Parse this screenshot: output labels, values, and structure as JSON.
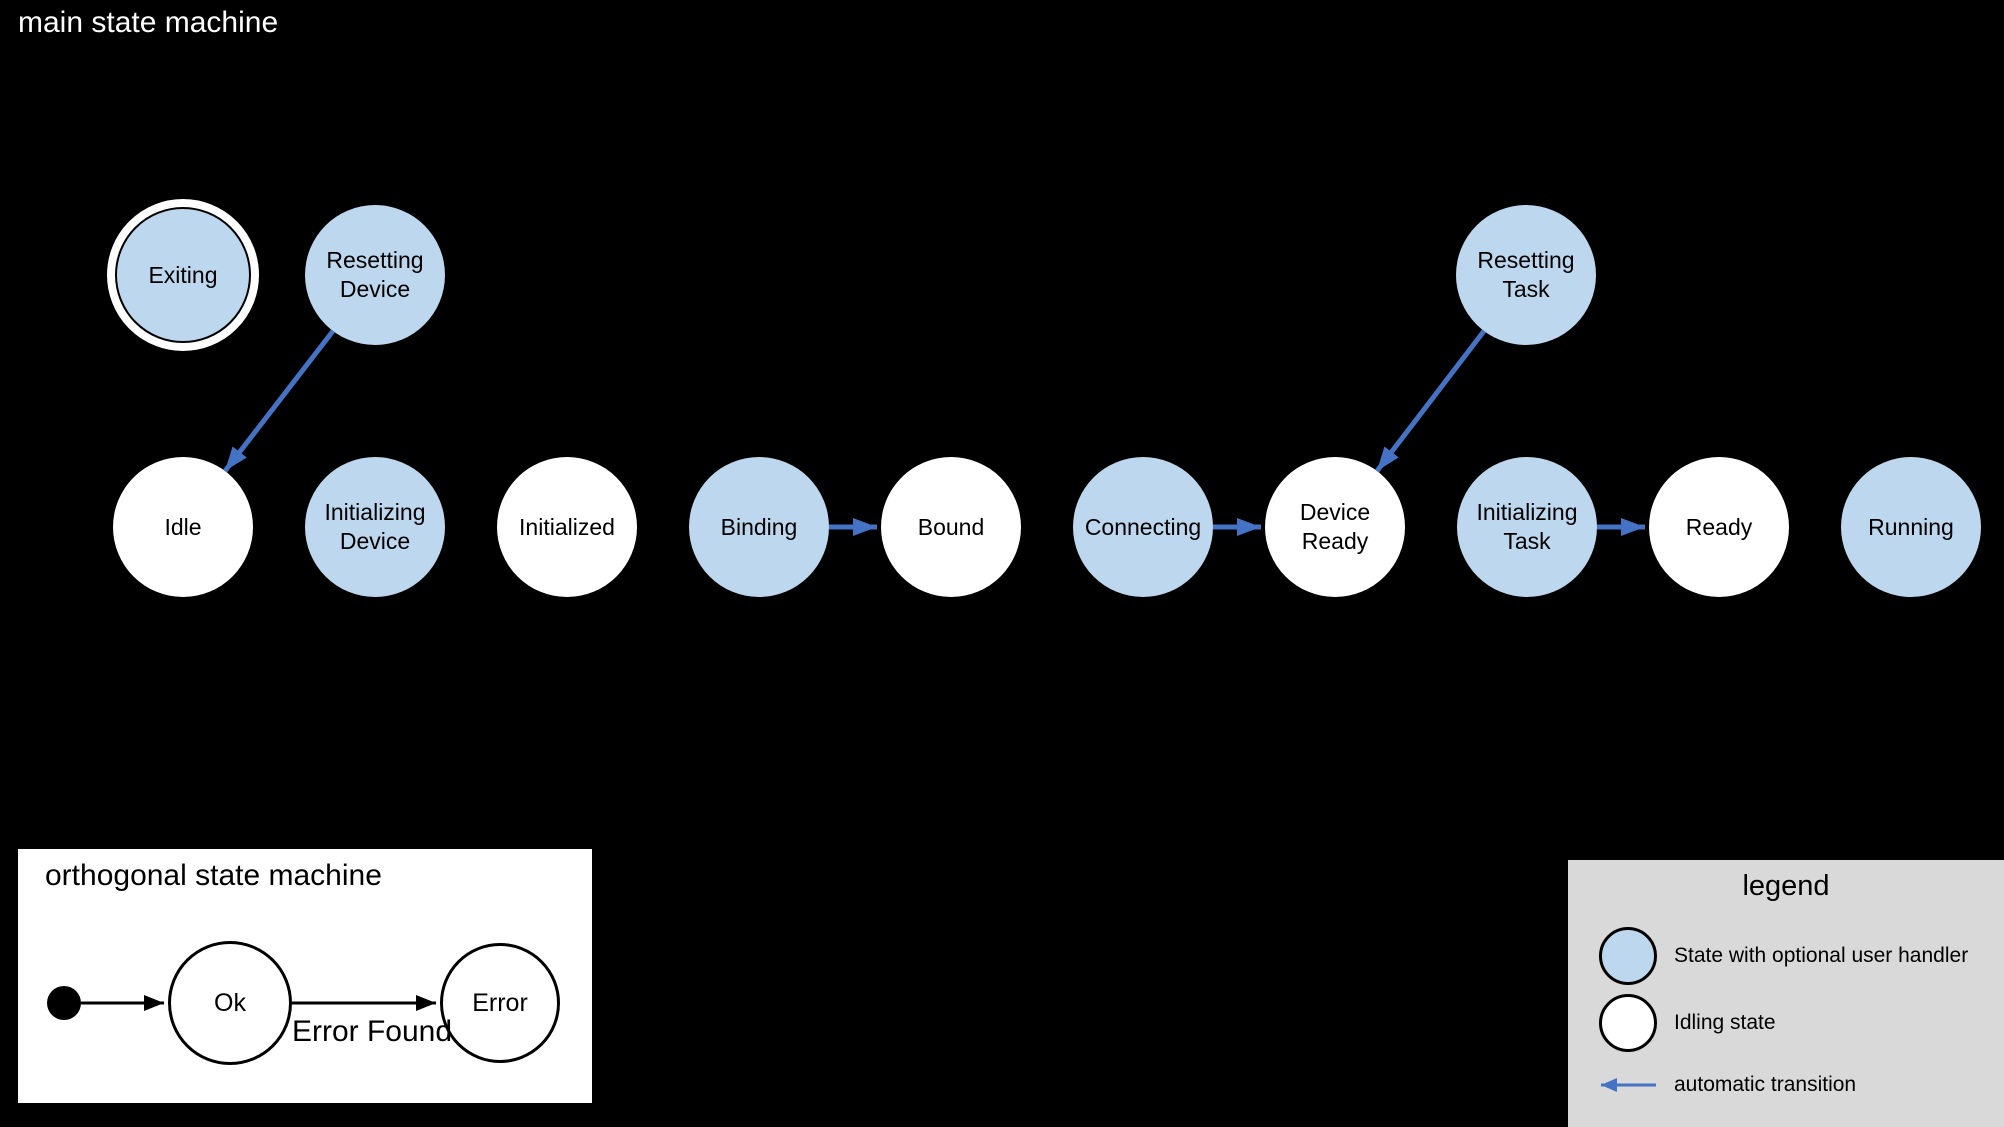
{
  "main_machine": {
    "title": "main state machine",
    "states": [
      {
        "label": "Exiting",
        "kind": "final state with optional user handler"
      },
      {
        "label": "Resetting Device",
        "kind": "state with optional user handler"
      },
      {
        "label": "Resetting Task",
        "kind": "state with optional user handler"
      },
      {
        "label": "Idle",
        "kind": "idling state"
      },
      {
        "label": "Initializing Device",
        "kind": "state with optional user handler"
      },
      {
        "label": "Initialized",
        "kind": "idling state"
      },
      {
        "label": "Binding",
        "kind": "state with optional user handler"
      },
      {
        "label": "Bound",
        "kind": "idling state"
      },
      {
        "label": "Connecting",
        "kind": "state with optional user handler"
      },
      {
        "label": "Device Ready",
        "kind": "idling state"
      },
      {
        "label": "Initializing Task",
        "kind": "state with optional user handler"
      },
      {
        "label": "Ready",
        "kind": "idling state"
      },
      {
        "label": "Running",
        "kind": "state with optional user handler"
      }
    ],
    "transitions": [
      {
        "from": "Resetting Device",
        "to": "Idle",
        "type": "automatic"
      },
      {
        "from": "Binding",
        "to": "Bound",
        "type": "automatic"
      },
      {
        "from": "Connecting",
        "to": "Device Ready",
        "type": "automatic"
      },
      {
        "from": "Resetting Task",
        "to": "Device Ready",
        "type": "automatic"
      },
      {
        "from": "Initializing Task",
        "to": "Ready",
        "type": "automatic"
      }
    ]
  },
  "orthogonal_machine": {
    "title": "orthogonal state machine",
    "states": [
      {
        "label": "Ok"
      },
      {
        "label": "Error"
      }
    ],
    "transitions": [
      {
        "from": "initial",
        "to": "Ok",
        "label": ""
      },
      {
        "from": "Ok",
        "to": "Error",
        "label": "Error Found"
      }
    ]
  },
  "legend": {
    "title": "legend",
    "items": [
      {
        "symbol": "blue-circle",
        "label": "State with optional user handler"
      },
      {
        "symbol": "white-circle",
        "label": "Idling state"
      },
      {
        "symbol": "blue-arrow",
        "label": "automatic transition"
      }
    ]
  },
  "colors": {
    "background": "#000000",
    "handler_state_fill": "#bdd7ee",
    "idling_state_fill": "#ffffff",
    "automatic_transition_arrow": "#4472c4",
    "legend_background": "#d9d9d9",
    "stroke": "#000000",
    "main_title_text": "#ffffff"
  }
}
